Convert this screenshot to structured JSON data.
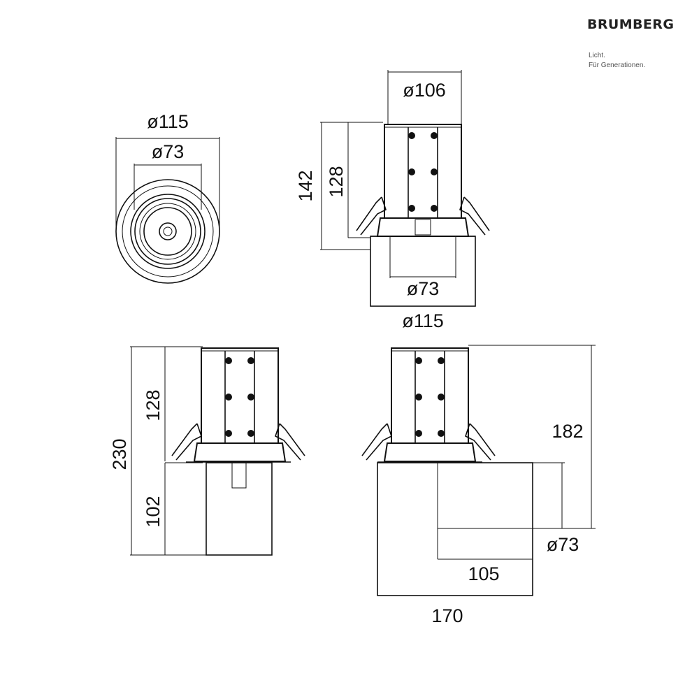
{
  "brand": {
    "name": "BRUMBERG",
    "tagline_1": "Licht.",
    "tagline_2": "Für Generationen."
  },
  "top_view": {
    "dim_outer": "ø115",
    "dim_inner": "ø73"
  },
  "side_view": {
    "dim_top": "ø106",
    "dim_height_total": "142",
    "dim_height_body": "128",
    "dim_inner": "ø73",
    "dim_outer": "ø115"
  },
  "front_view": {
    "dim_height_total": "230",
    "dim_height_body": "128",
    "dim_height_lower": "102"
  },
  "tilted_view": {
    "dim_height": "182",
    "dim_diameter": "ø73",
    "dim_offset": "105",
    "dim_width": "170"
  }
}
